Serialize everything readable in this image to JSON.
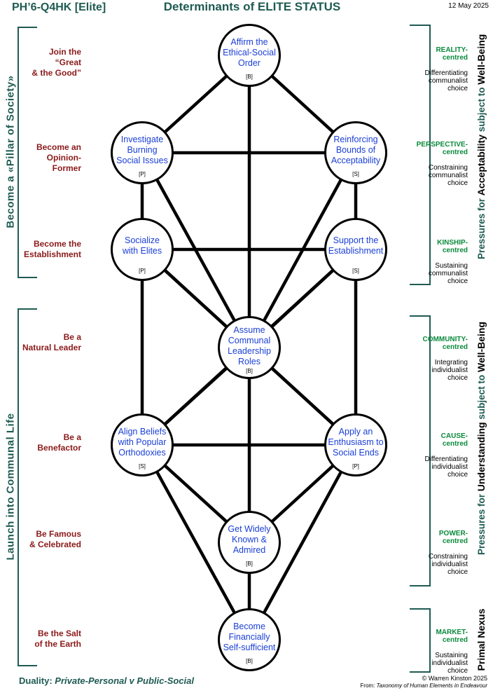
{
  "header": {
    "code": "PH’6-Q4HK [Elite]",
    "title": "Determinants of ELITE STATUS",
    "date": "12 May 2025"
  },
  "left_brackets": [
    {
      "text": "Become  a  «Pillar of Society»"
    },
    {
      "text": "Launch  into  Communal  Life"
    }
  ],
  "left_rows": [
    {
      "label": "Join the “Great\n& the Good”"
    },
    {
      "label": "Become an\nOpinion-Former"
    },
    {
      "label": "Become the\nEstablishment"
    },
    {
      "label": "Be a\nNatural Leader"
    },
    {
      "label": "Be a\nBenefactor"
    },
    {
      "label": "Be Famous\n& Celebrated"
    },
    {
      "label": "Be the Salt\nof the Earth"
    }
  ],
  "nodes": [
    {
      "id": "n1",
      "label": "Affirm the\nEthical-Social\nOrder",
      "tag": "[B]"
    },
    {
      "id": "n2",
      "label": "Investigate\nBurning\nSocial Issues",
      "tag": "[P]"
    },
    {
      "id": "n3",
      "label": "Reinforcing\nBounds of\nAcceptability",
      "tag": "[S]"
    },
    {
      "id": "n4",
      "label": "Socialize\nwith Elites",
      "tag": "[P]"
    },
    {
      "id": "n5",
      "label": "Support the\nEstablishment",
      "tag": "[S]"
    },
    {
      "id": "n6",
      "label": "Assume\nCommunal\nLeadership\nRoles",
      "tag": "[B]"
    },
    {
      "id": "n7",
      "label": "Align Beliefs\nwith Popular\nOrthodoxies",
      "tag": "[S]"
    },
    {
      "id": "n8",
      "label": "Apply an\nEnthusiasm to\nSocial Ends",
      "tag": "[P]"
    },
    {
      "id": "n9",
      "label": "Get Widely\nKnown &\nAdmired",
      "tag": "[B]"
    },
    {
      "id": "n10",
      "label": "Become\nFinancially\nSelf-sufficient",
      "tag": "[B]"
    }
  ],
  "edges": [
    [
      "n1",
      "n2"
    ],
    [
      "n1",
      "n3"
    ],
    [
      "n1",
      "n6"
    ],
    [
      "n2",
      "n4"
    ],
    [
      "n2",
      "n6"
    ],
    [
      "n2",
      "n3"
    ],
    [
      "n3",
      "n5"
    ],
    [
      "n3",
      "n6"
    ],
    [
      "n4",
      "n5"
    ],
    [
      "n4",
      "n6"
    ],
    [
      "n4",
      "n7"
    ],
    [
      "n4",
      "n8"
    ],
    [
      "n5",
      "n6"
    ],
    [
      "n5",
      "n8"
    ],
    [
      "n5",
      "n7"
    ],
    [
      "n6",
      "n7"
    ],
    [
      "n6",
      "n8"
    ],
    [
      "n6",
      "n9"
    ],
    [
      "n7",
      "n8"
    ],
    [
      "n7",
      "n9"
    ],
    [
      "n7",
      "n10"
    ],
    [
      "n8",
      "n9"
    ],
    [
      "n8",
      "n10"
    ],
    [
      "n9",
      "n10"
    ]
  ],
  "right_brackets": [
    {
      "prefix": "Pressures for",
      "strong": "Acceptability",
      "suffix": "subject to",
      "strong2": "Well-Being"
    },
    {
      "prefix": "Pressures for",
      "strong": "Understanding",
      "suffix": "subject to",
      "strong2": "Well-Being"
    },
    {
      "strong": "Primal Nexus"
    }
  ],
  "right_rows": [
    {
      "key": "REALITY-\ncentred",
      "desc": "Differentiating\ncommunalist\nchoice"
    },
    {
      "key": "PERSPECTIVE-\ncentred",
      "desc": "Constraining\ncommunalist\nchoice"
    },
    {
      "key": "KINSHIP-\ncentred",
      "desc": "Sustaining\ncommunalist\nchoice"
    },
    {
      "key": "COMMUNITY-\ncentred",
      "desc": "Integrating\nindividualist\nchoice"
    },
    {
      "key": "CAUSE-\ncentred",
      "desc": "Differentiating\nindividualist\nchoice"
    },
    {
      "key": "POWER-\ncentred",
      "desc": "Constraining\nindividualist\nchoice"
    },
    {
      "key": "MARKET-\ncentred",
      "desc": "Sustaining\nindividualist\nchoice"
    }
  ],
  "footer": {
    "duality_label": "Duality: ",
    "duality_value": "Private-Personal v Public-Social",
    "copyright": "© Warren Kinston  2025",
    "source_prefix": "From: ",
    "source_title": "Taxonomy of Human Elements in Endeavour"
  }
}
